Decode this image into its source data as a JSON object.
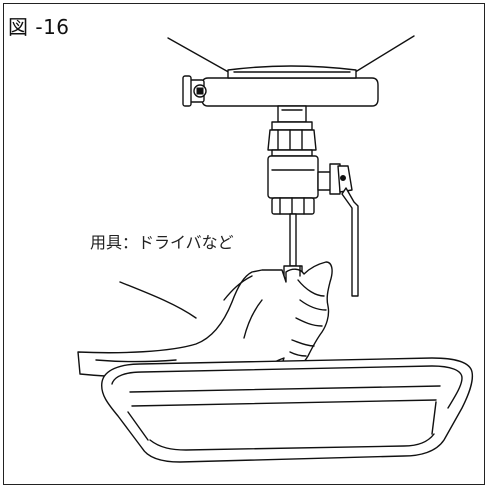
{
  "figure": {
    "label": "図 -16",
    "tool_label": "用具：ドライバなど"
  },
  "colors": {
    "line": "#111111",
    "background": "#ffffff"
  },
  "icons": [
    "pressure-gauge",
    "valve-handle",
    "screwdriver",
    "hand",
    "drain-tray"
  ]
}
